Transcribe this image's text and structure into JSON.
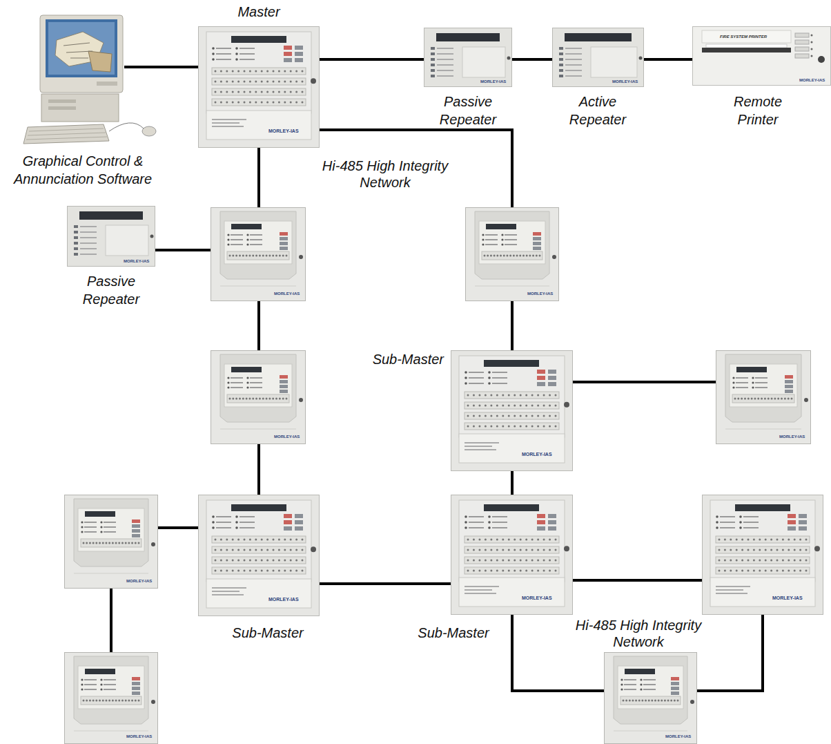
{
  "diagram": {
    "nodes": [
      {
        "text": [
          "Graphical Control & Annunciation Software"
        ]
      },
      {
        "text": [
          "Master",
          "MORLEY-IAS"
        ]
      },
      {
        "text": [
          "Passive Repeater",
          "MORLEY-IAS"
        ]
      },
      {
        "text": [
          "Active Repeater",
          "MORLEY-IAS"
        ]
      },
      {
        "text": [
          "Remote Printer",
          "FIRE SYSTEM PRINTER",
          "MORLEY-IAS"
        ]
      },
      {
        "text": [
          "Passive Repeater",
          "MORLEY-IAS"
        ]
      },
      {
        "text": [
          "MORLEY-IAS"
        ]
      },
      {
        "text": [
          "MORLEY-IAS"
        ]
      },
      {
        "text": [
          "MORLEY-IAS"
        ]
      },
      {
        "text": [
          "Sub-Master",
          "MORLEY-IAS"
        ]
      },
      {
        "text": [
          "MORLEY-IAS"
        ]
      },
      {
        "text": [
          "MORLEY-IAS"
        ]
      },
      {
        "text": [
          "Sub-Master",
          "MORLEY-IAS"
        ]
      },
      {
        "text": [
          "Sub-Master",
          "MORLEY-IAS"
        ]
      },
      {
        "text": [
          "MORLEY-IAS"
        ]
      },
      {
        "text": [
          "MORLEY-IAS"
        ]
      },
      {
        "text": [
          "MORLEY-IAS"
        ]
      }
    ],
    "edges": [
      {
        "from": 0,
        "to": 1,
        "arrow": "none"
      },
      {
        "from": 1,
        "to": 2,
        "arrow": "none"
      },
      {
        "from": 2,
        "to": 3,
        "arrow": "none"
      },
      {
        "from": 3,
        "to": 4,
        "arrow": "none"
      },
      {
        "from": 1,
        "to": 7,
        "arrow": "none"
      },
      {
        "from": 1,
        "to": 6,
        "arrow": "none"
      },
      {
        "from": 5,
        "to": 6,
        "arrow": "none"
      },
      {
        "from": 6,
        "to": 8,
        "arrow": "none"
      },
      {
        "from": 8,
        "to": 12,
        "arrow": "none"
      },
      {
        "from": 7,
        "to": 9,
        "arrow": "none"
      },
      {
        "from": 9,
        "to": 10,
        "arrow": "none"
      },
      {
        "from": 11,
        "to": 12,
        "arrow": "none"
      },
      {
        "from": 11,
        "to": 15,
        "arrow": "none"
      },
      {
        "from": 12,
        "to": 13,
        "arrow": "none"
      },
      {
        "from": 9,
        "to": 13,
        "arrow": "none"
      },
      {
        "from": 13,
        "to": 14,
        "arrow": "none"
      },
      {
        "from": 13,
        "to": 16,
        "arrow": "none"
      },
      {
        "from": 16,
        "to": 14,
        "arrow": "none"
      }
    ],
    "labels": [
      "Hi-485 High Integrity Network",
      "Hi-485 High Integrity Network"
    ]
  }
}
